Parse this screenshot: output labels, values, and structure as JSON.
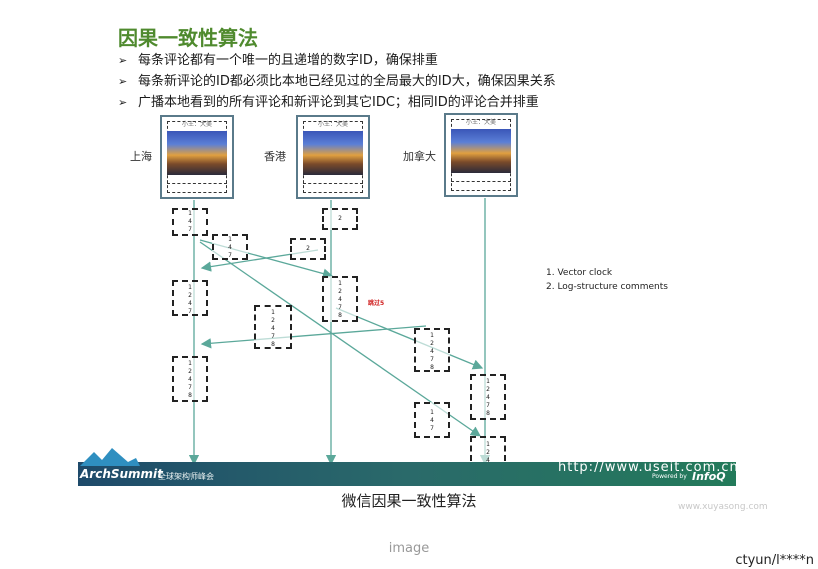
{
  "slide": {
    "title": "因果一致性算法",
    "bullets": [
      "每条评论都有一个唯一的且递增的数字ID，确保排重",
      "每条新评论的ID都必须比本地已经见过的全局最大的ID大，确保因果关系",
      "广播本地看到的所有评论和新评论到其它IDC；相同ID的评论合并排重"
    ],
    "bullet_marker": "➢",
    "datacenters": [
      {
        "name": "上海",
        "caption": "小王：大美"
      },
      {
        "name": "香港",
        "caption": "小王：大美"
      },
      {
        "name": "加拿大",
        "caption": "小王：大美"
      }
    ],
    "vector_boxes": [
      {
        "id": "sh1",
        "lines": [
          "1",
          "4",
          "7"
        ]
      },
      {
        "id": "sh1b",
        "lines": [
          "1",
          "4",
          "7"
        ]
      },
      {
        "id": "hk1",
        "lines": [
          "2"
        ]
      },
      {
        "id": "hk1b",
        "lines": [
          "2"
        ]
      },
      {
        "id": "sh2",
        "lines": [
          "1",
          "2",
          "4",
          "7"
        ]
      },
      {
        "id": "hk2",
        "lines": [
          "1",
          "2",
          "4",
          "7",
          "8"
        ]
      },
      {
        "id": "mid",
        "lines": [
          "1",
          "2",
          "4",
          "7",
          "8"
        ]
      },
      {
        "id": "ca1",
        "lines": [
          "1",
          "2",
          "4",
          "7",
          "8"
        ]
      },
      {
        "id": "sh3",
        "lines": [
          "1",
          "2",
          "4",
          "7",
          "8"
        ]
      },
      {
        "id": "ca2",
        "lines": [
          "1",
          "2",
          "4",
          "7",
          "8"
        ]
      },
      {
        "id": "ca3",
        "lines": [
          "1",
          "4",
          "7"
        ]
      },
      {
        "id": "ca4",
        "lines": [
          "1",
          "2",
          "4"
        ]
      }
    ],
    "skip_label": "跳过5",
    "notes": [
      "1.   Vector clock",
      "2.   Log-structure comments"
    ]
  },
  "footer": {
    "logo": "ArchSummit",
    "logo_sub": "全球架构师峰会",
    "url": "http://www.useit.com.cn",
    "powered": "Powered by",
    "brand": "InfoQ"
  },
  "caption": "微信因果一致性算法",
  "watermark": "www.xuyasong.com",
  "image_label": "image",
  "author": "ctyun/l****n",
  "colors": {
    "title": "#4f8a2e",
    "arrow": "#5ba89a",
    "banner": "#1e4a6a"
  }
}
